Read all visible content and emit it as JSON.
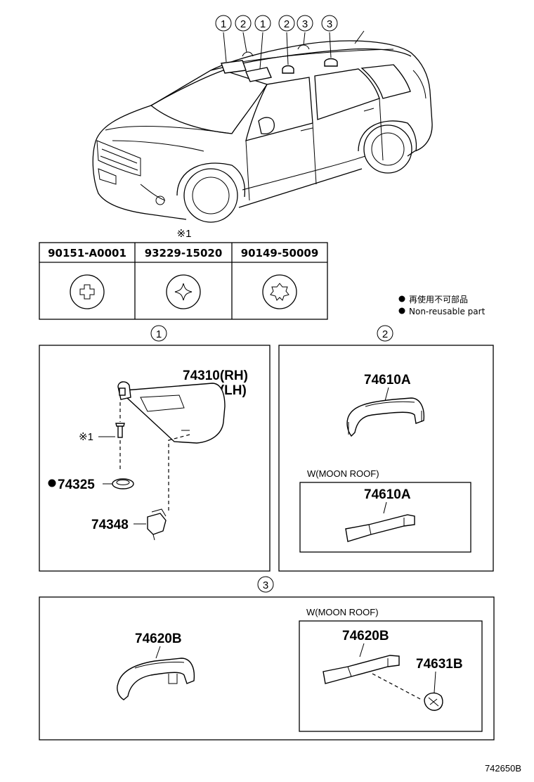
{
  "car_callouts": [
    "1",
    "2",
    "1",
    "2",
    "3",
    "3"
  ],
  "table_note": "※1",
  "fasteners": [
    {
      "part_no": "90151-A0001",
      "icon": "phillips-screw-head-icon"
    },
    {
      "part_no": "93229-15020",
      "icon": "four-point-star-screw-head-icon"
    },
    {
      "part_no": "90149-50009",
      "icon": "torx-screw-head-icon"
    }
  ],
  "legend": {
    "line1": "再使用不可部品",
    "line2": "Non-reusable part"
  },
  "section1": {
    "callout": "1",
    "visor_rh": "74310(RH)",
    "visor_lh": "74320(LH)",
    "screw_note": "※1",
    "pad": "74325",
    "holder": "74348"
  },
  "section2": {
    "callout": "2",
    "grip": "74610A",
    "moonroof_label": "W(MOON ROOF)",
    "moonroof_grip": "74610A"
  },
  "section3": {
    "callout": "3",
    "grip": "74620B",
    "moonroof_label": "W(MOON ROOF)",
    "moonroof_grip": "74620B",
    "clip": "74631B"
  },
  "figure_id": "742650B"
}
